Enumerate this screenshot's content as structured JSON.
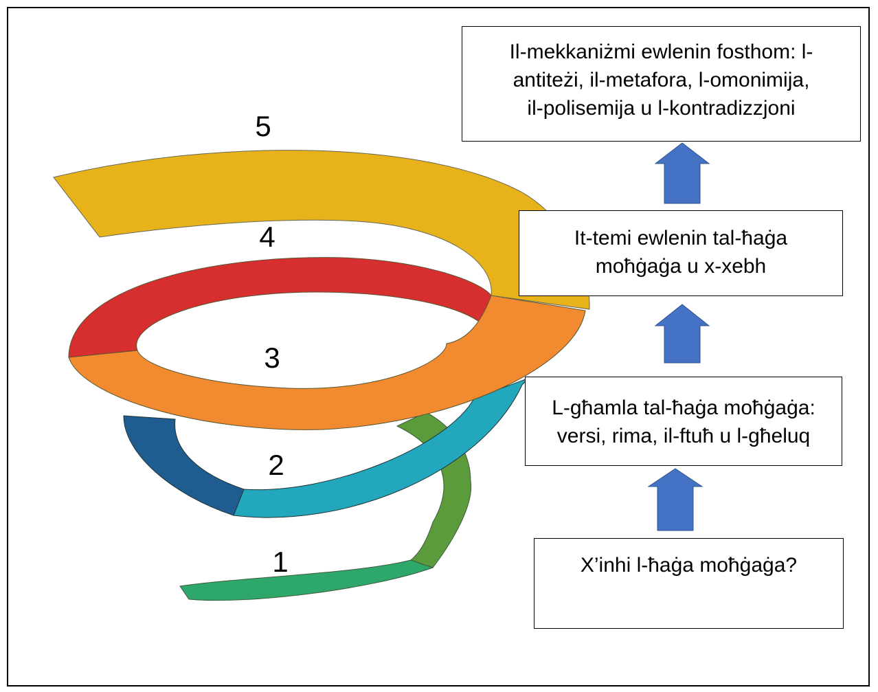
{
  "spiral": {
    "levels": [
      {
        "number": "1",
        "color": "#2ea86a"
      },
      {
        "number": "2",
        "color": "#22a7bd"
      },
      {
        "number": "3",
        "color": "#f28a30"
      },
      {
        "number": "4",
        "color": "#d72f2f"
      },
      {
        "number": "5",
        "color": "#e8b21a"
      }
    ],
    "accent_colors": {
      "dark_blue": "#1f5c8f",
      "olive_green": "#5c9b3c"
    }
  },
  "boxes": [
    {
      "text": "X’inhi l-ħaġa moħġaġa?"
    },
    {
      "line1": "L-għamla tal-ħaġa moħġaġa:",
      "line2": "versi, rima, il-ftuħ u l-għeluq"
    },
    {
      "line1": "It-temi ewlenin tal-ħaġa",
      "line2": "moħġaġa u x-xebh"
    },
    {
      "line1": "Il-mekkaniżmi ewlenin fosthom: l-",
      "line2": "antiteżi, il-metafora, l-omonimija,",
      "line3": "il-polisemija u l-kontradizzjoni"
    }
  ],
  "arrow_color": "#4472c4"
}
